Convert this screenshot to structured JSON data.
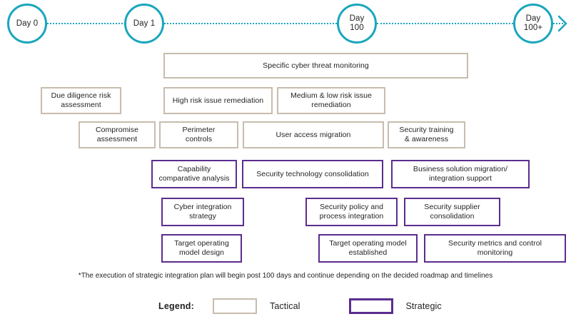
{
  "colors": {
    "timeline": "#19a6bd",
    "tactical_border": "#c8bcae",
    "strategic_border": "#5b2d8e",
    "text": "#231f20",
    "background": "#ffffff"
  },
  "timeline": {
    "milestones": [
      {
        "label": "Day 0"
      },
      {
        "label": "Day 1"
      },
      {
        "label": "Day\n100"
      },
      {
        "label": "Day\n100+"
      }
    ]
  },
  "rows": [
    {
      "name": "row-1",
      "boxes": [
        {
          "label": "Specific cyber threat monitoring",
          "type": "tactical"
        }
      ]
    },
    {
      "name": "row-2",
      "boxes": [
        {
          "label": "Due diligence risk\nassessment",
          "type": "tactical"
        },
        {
          "label": "High risk issue remediation",
          "type": "tactical"
        },
        {
          "label": "Medium & low risk issue\nremediation",
          "type": "tactical"
        }
      ]
    },
    {
      "name": "row-3",
      "boxes": [
        {
          "label": "Compromise\nassessment",
          "type": "tactical"
        },
        {
          "label": "Perimeter\ncontrols",
          "type": "tactical"
        },
        {
          "label": "User access migration",
          "type": "tactical"
        },
        {
          "label": "Security training\n& awareness",
          "type": "tactical"
        }
      ]
    },
    {
      "name": "row-4",
      "boxes": [
        {
          "label": "Capability\ncomparative analysis",
          "type": "strategic"
        },
        {
          "label": "Security technology consolidation",
          "type": "strategic"
        },
        {
          "label": "Business solution migration/\nintegration support",
          "type": "strategic"
        }
      ]
    },
    {
      "name": "row-5",
      "boxes": [
        {
          "label": "Cyber integration\nstrategy",
          "type": "strategic"
        },
        {
          "label": "Security policy and\nprocess integration",
          "type": "strategic"
        },
        {
          "label": "Security supplier\nconsolidation",
          "type": "strategic"
        }
      ]
    },
    {
      "name": "row-6",
      "boxes": [
        {
          "label": "Target operating\nmodel design",
          "type": "strategic"
        },
        {
          "label": "Target operating model\nestablished",
          "type": "strategic"
        },
        {
          "label": "Security metrics and control\nmonitoring",
          "type": "strategic"
        }
      ]
    }
  ],
  "footnote": {
    "text": "*The execution of strategic integration plan will begin post 100 days and continue depending on the decided roadmap and timelines"
  },
  "legend": {
    "title": "Legend:",
    "items": [
      {
        "label": "Tactical",
        "type": "tactical"
      },
      {
        "label": "Strategic",
        "type": "strategic"
      }
    ]
  }
}
